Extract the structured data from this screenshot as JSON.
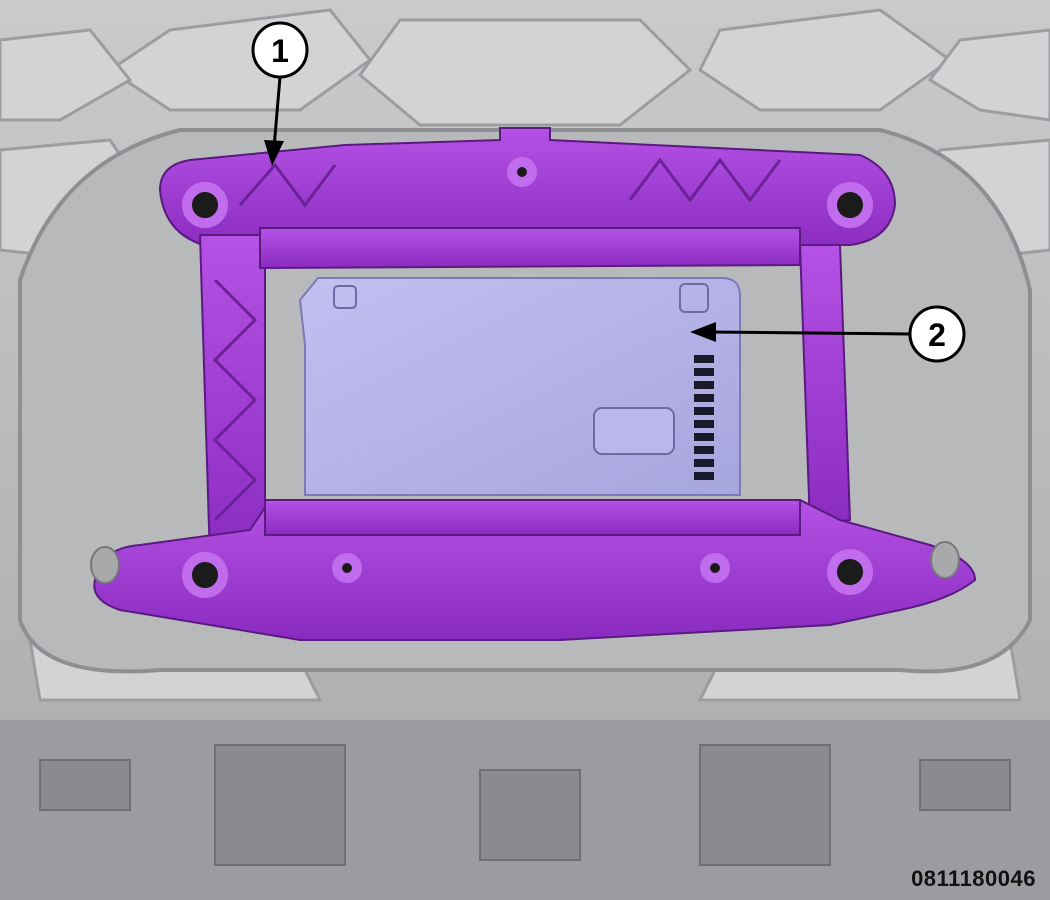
{
  "figure": {
    "id": "0811180046",
    "callouts": [
      {
        "number": "1",
        "target": "bracket"
      },
      {
        "number": "2",
        "target": "control-module"
      }
    ],
    "colors": {
      "background": "#bfc0c2",
      "bracket": "#a23fd6",
      "module": "#b3b1e9",
      "callout_fill": "#ffffff",
      "callout_stroke": "#000000"
    }
  }
}
